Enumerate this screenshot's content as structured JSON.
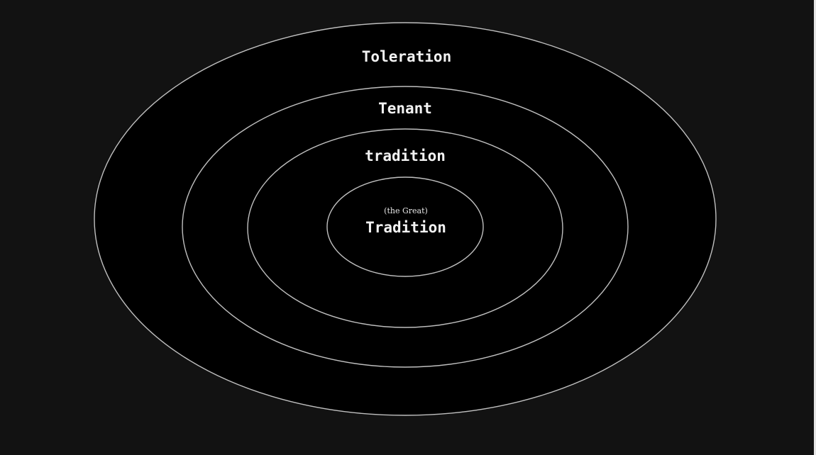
{
  "diagram": {
    "type": "nested-ellipses",
    "colors": {
      "background": "#121212",
      "fill": "#000000",
      "stroke": "#bfbfbf",
      "text": "#f2f2f2"
    },
    "rings": [
      {
        "label": "Toleration"
      },
      {
        "label": "Tenant"
      },
      {
        "label": "tradition"
      },
      {
        "label": "Tradition",
        "sublabel": "(the Great)"
      }
    ]
  }
}
